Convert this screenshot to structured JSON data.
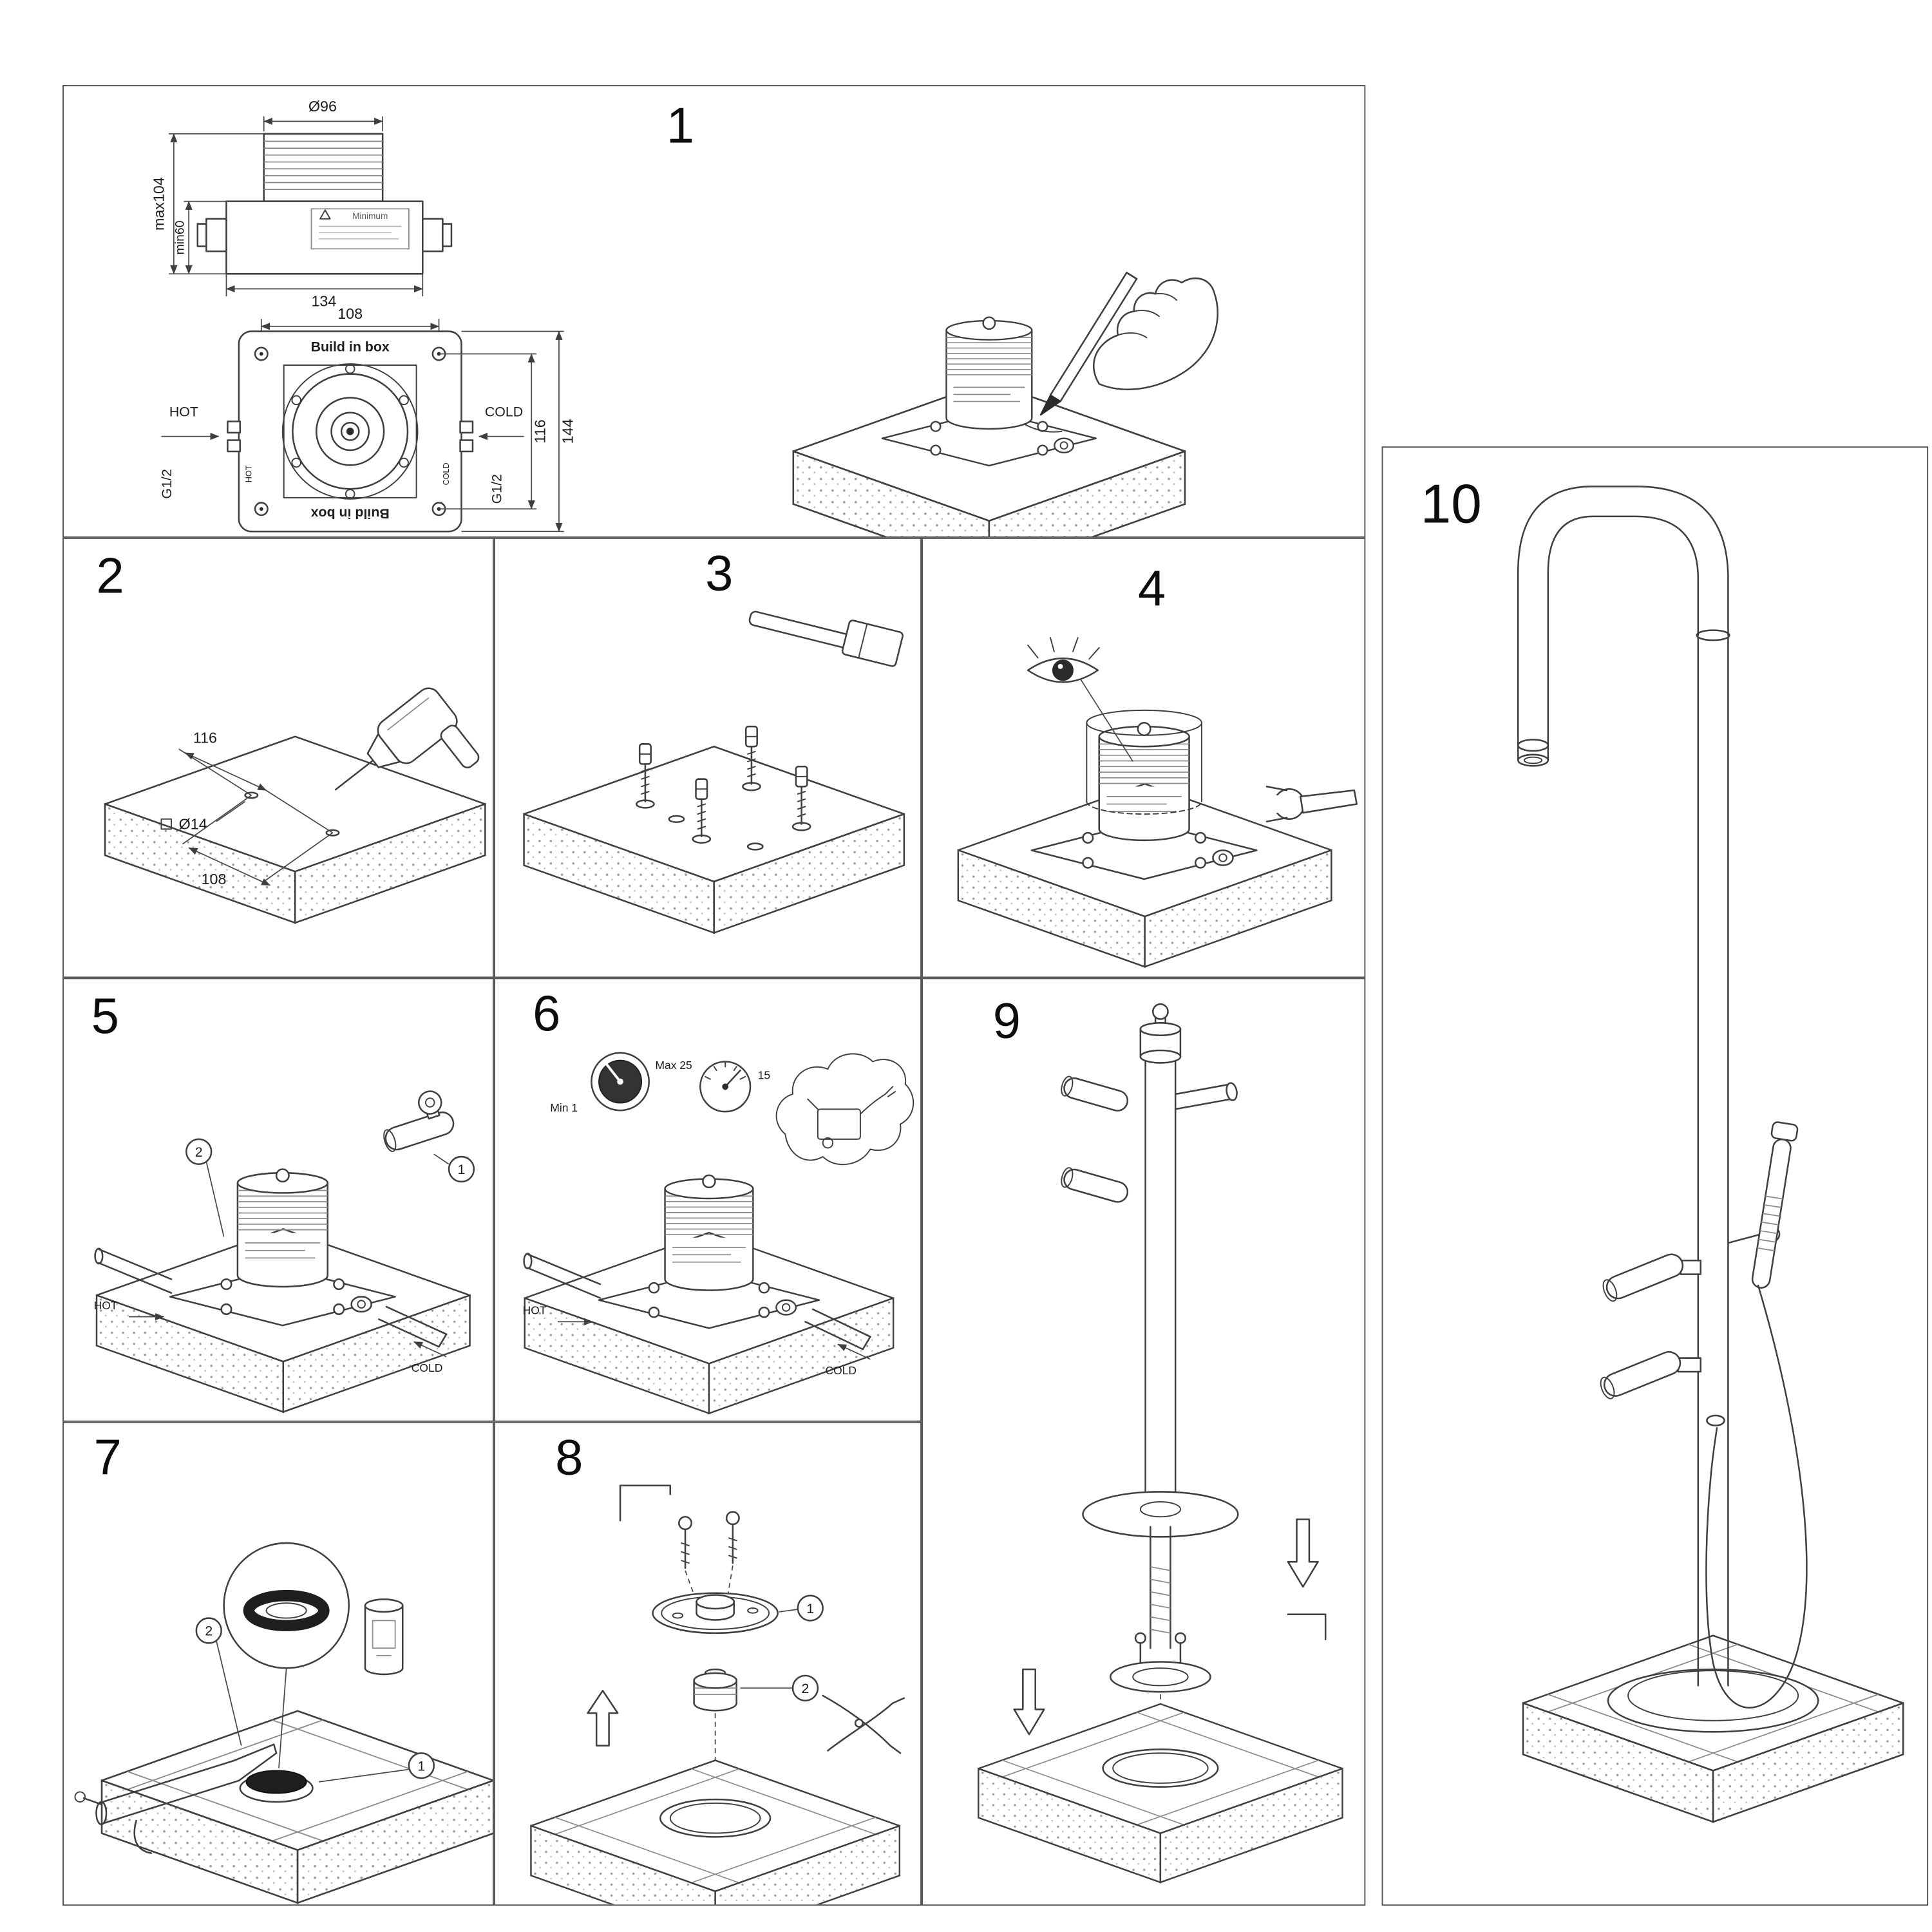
{
  "colors": {
    "line": "#3f3f3f",
    "dark_fill": "#2b2b2b",
    "panel_border": "#555555",
    "background": "#ffffff"
  },
  "steps": {
    "s1": {
      "num": "1",
      "dia96": "Ø96",
      "max104": "max104",
      "min60": "min60",
      "w134": "134",
      "w108": "108",
      "build": "Build in box",
      "build_mirror": "Build in box",
      "hot": "HOT",
      "cold": "COLD",
      "g_left": "G1/2",
      "g_right": "G1/2",
      "h116": "116",
      "h144": "144",
      "minimum": "Minimum",
      "hot_small": "HOT",
      "cold_small": "COLD"
    },
    "s2": {
      "num": "2",
      "d116": "116",
      "d14": "Ø14",
      "d108": "108"
    },
    "s3": {
      "num": "3"
    },
    "s4": {
      "num": "4"
    },
    "s5": {
      "num": "5",
      "hot": "HOT",
      "cold": "COLD",
      "r1": "1",
      "r2": "2"
    },
    "s6": {
      "num": "6",
      "gauge_max": "Max 25",
      "gauge_min": "Min 1",
      "gauge_flow": "15",
      "hot": "HOT",
      "cold": "COLD"
    },
    "s7": {
      "num": "7",
      "r1": "1",
      "r2": "2"
    },
    "s8": {
      "num": "8",
      "r1": "1",
      "r2": "2"
    },
    "s9": {
      "num": "9"
    },
    "s10": {
      "num": "10"
    }
  }
}
